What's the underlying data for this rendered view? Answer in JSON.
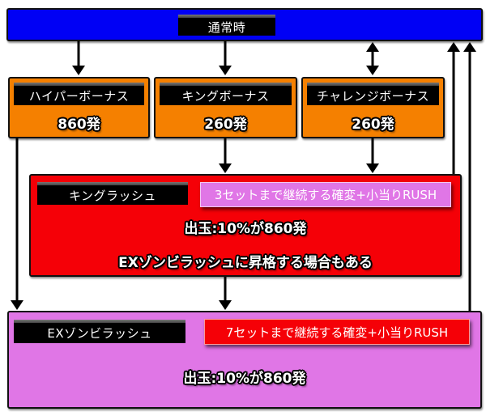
{
  "colors": {
    "normal": "#0000f5",
    "bonus": "#f58000",
    "king_rush": "#f50007",
    "ex_rush": "#e076e6",
    "pill": "#000000",
    "arrow": "#000000"
  },
  "normal_state": {
    "title": "通常時"
  },
  "bonuses": [
    {
      "title": "ハイパーボーナス",
      "payout": "860発"
    },
    {
      "title": "キングボーナス",
      "payout": "260発"
    },
    {
      "title": "チャレンジボーナス",
      "payout": "260発"
    }
  ],
  "king_rush": {
    "title": "キングラッシュ",
    "badge": "3セットまで継続する確変+小当りRUSH",
    "line1": "出玉:10%が860発",
    "line2": "EXゾンビラッシュに昇格する場合もある"
  },
  "ex_rush": {
    "title": "EXゾンビラッシュ",
    "badge": "7セットまで継続する確変+小当りRUSH",
    "line1": "出玉:10%が860発"
  },
  "flows": [
    {
      "from": "normal_state",
      "to": "hyper_bonus",
      "direction": "down"
    },
    {
      "from": "normal_state",
      "to": "king_bonus",
      "direction": "down"
    },
    {
      "from": "normal_state",
      "to": "challenge_bonus",
      "direction": "both"
    },
    {
      "from": "king_bonus",
      "to": "king_rush",
      "direction": "down"
    },
    {
      "from": "challenge_bonus",
      "to": "king_rush",
      "direction": "down"
    },
    {
      "from": "hyper_bonus",
      "to": "ex_rush",
      "direction": "down"
    },
    {
      "from": "king_rush",
      "to": "ex_rush",
      "direction": "down"
    },
    {
      "from": "king_rush",
      "to": "normal_state",
      "direction": "up"
    },
    {
      "from": "ex_rush",
      "to": "normal_state",
      "direction": "up"
    }
  ]
}
